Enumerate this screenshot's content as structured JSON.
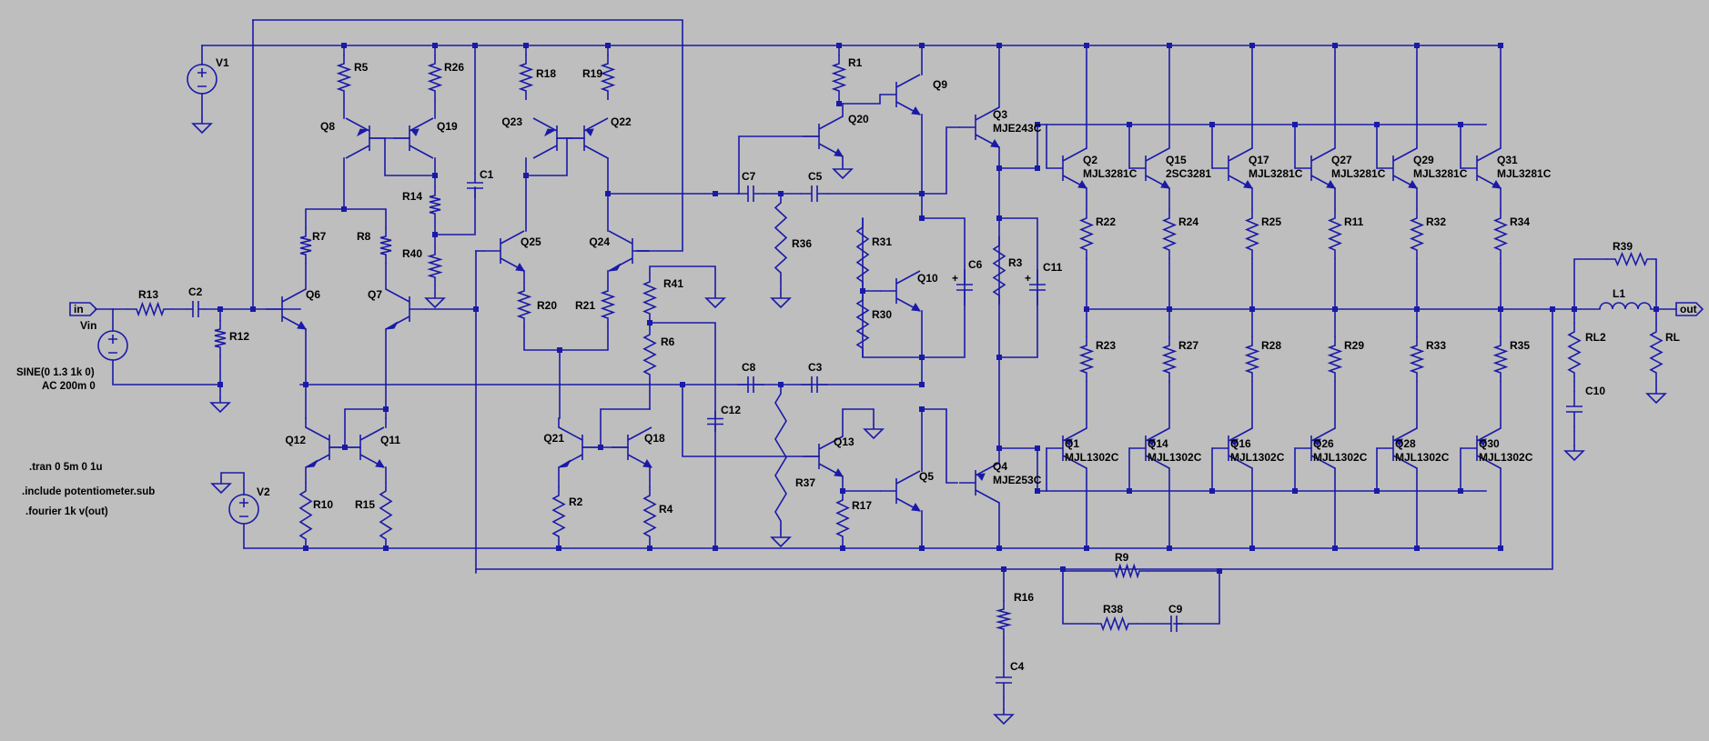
{
  "colors": {
    "background": "#bebebe",
    "wire": "#1a1aa8",
    "junction": "#1a1aa8",
    "text": "#000000"
  },
  "directives": {
    "source_params": [
      "SINE(0 1.3 1k 0)",
      "AC 200m 0"
    ],
    "commands": [
      ".tran 0 5m 0 1u",
      ".include potentiometer.sub",
      ".fourier 1k v(out)"
    ]
  },
  "ports": {
    "input": "in",
    "output": "out"
  },
  "components": {
    "sources": [
      "V1",
      "V2",
      "Vin"
    ],
    "resistors": [
      "R1",
      "R2",
      "R3",
      "R4",
      "R5",
      "R6",
      "R7",
      "R8",
      "R9",
      "R10",
      "R11",
      "R12",
      "R13",
      "R14",
      "R15",
      "R16",
      "R17",
      "R18",
      "R19",
      "R20",
      "R21",
      "R22",
      "R23",
      "R24",
      "R25",
      "R26",
      "R27",
      "R28",
      "R29",
      "R30",
      "R31",
      "R32",
      "R33",
      "R34",
      "R35",
      "R36",
      "R37",
      "R38",
      "R39",
      "R40",
      "R41",
      "RL",
      "RL2"
    ],
    "capacitors": [
      "C1",
      "C2",
      "C3",
      "C4",
      "C5",
      "C6",
      "C7",
      "C8",
      "C9",
      "C10",
      "C11",
      "C12"
    ],
    "inductors": [
      "L1"
    ],
    "transistors": [
      "Q1",
      "Q2",
      "Q3",
      "Q4",
      "Q5",
      "Q6",
      "Q7",
      "Q8",
      "Q9",
      "Q10",
      "Q11",
      "Q12",
      "Q13",
      "Q14",
      "Q15",
      "Q16",
      "Q17",
      "Q18",
      "Q19",
      "Q20",
      "Q21",
      "Q22",
      "Q23",
      "Q24",
      "Q25",
      "Q26",
      "Q27",
      "Q28",
      "Q29",
      "Q30",
      "Q31"
    ],
    "transistor_models": {
      "Q3": "MJE243C",
      "Q4": "MJE253C",
      "Q15": "2SC3281",
      "Q2": "MJL3281C",
      "Q17": "MJL3281C",
      "Q27": "MJL3281C",
      "Q29": "MJL3281C",
      "Q31": "MJL3281C",
      "Q1": "MJL1302C",
      "Q14": "MJL1302C",
      "Q16": "MJL1302C",
      "Q26": "MJL1302C",
      "Q28": "MJL1302C",
      "Q30": "MJL1302C"
    }
  }
}
